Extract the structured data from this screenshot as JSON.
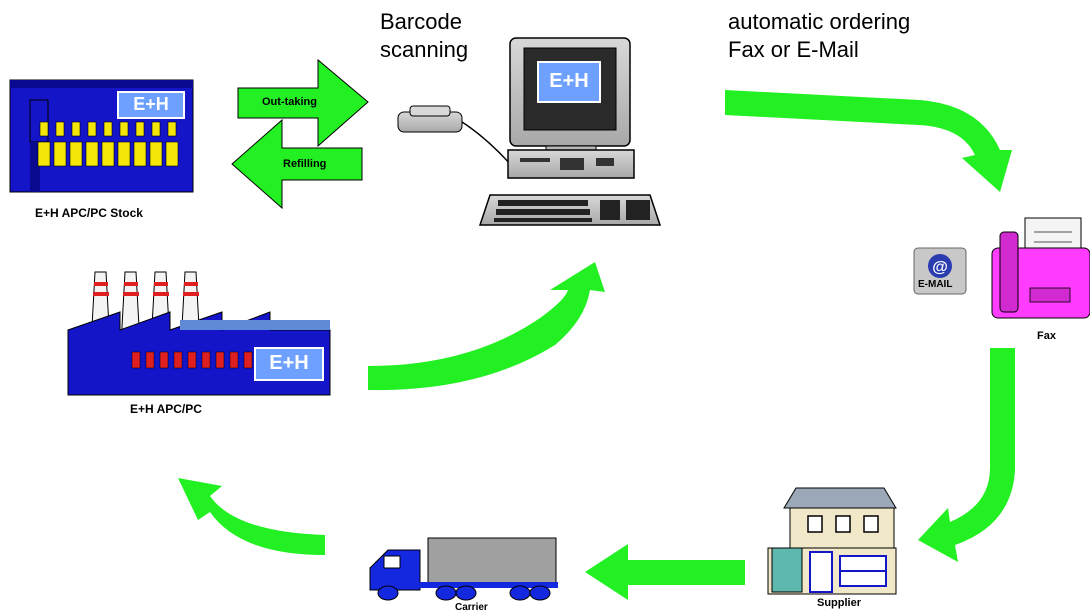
{
  "labels": {
    "barcode_line1": "Barcode",
    "barcode_line2": "scanning",
    "ordering_line1": "automatic ordering",
    "ordering_line2": "Fax or E-Mail",
    "stock": "E+H APC/PC Stock",
    "factory": "E+H APC/PC",
    "out_taking": "Out-taking",
    "refilling": "Refilling",
    "email": "E-MAIL",
    "fax": "Fax",
    "supplier": "Supplier",
    "carrier": "Carrier",
    "logo": "E+H"
  },
  "colors": {
    "arrow_green": "#22f022",
    "building_blue": "#1414c8",
    "window_yellow": "#f5e60a",
    "fax_magenta": "#ff3cff"
  }
}
